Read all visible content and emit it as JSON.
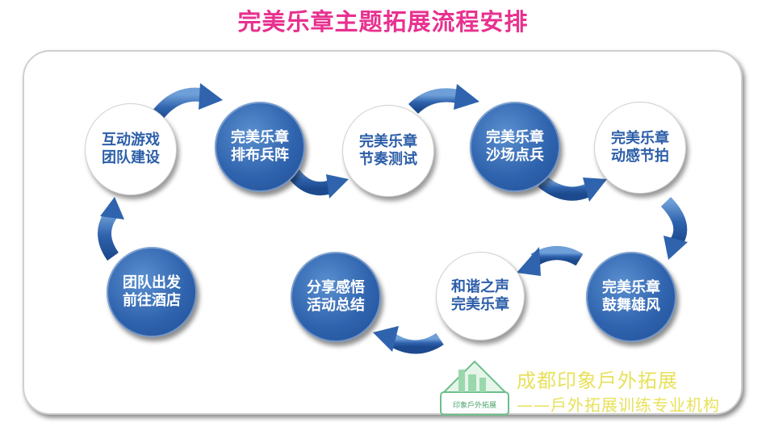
{
  "title": "完美乐章主题拓展流程安排",
  "colors": {
    "title": "#e8318f",
    "node_blue": "#2f63ad",
    "node_text_blue": "#2c5ea8",
    "arrow": "#2f63ad",
    "watermark": "#e8e15a"
  },
  "steps": [
    {
      "label": "互动游戏\n团队建设",
      "style": "white"
    },
    {
      "label": "完美乐章\n排布兵阵",
      "style": "blue"
    },
    {
      "label": "完美乐章\n节奏测试",
      "style": "white"
    },
    {
      "label": "完美乐章\n沙场点兵",
      "style": "blue"
    },
    {
      "label": "完美乐章\n动感节拍",
      "style": "white"
    },
    {
      "label": "完美乐章\n鼓舞雄风",
      "style": "blue"
    },
    {
      "label": "和谐之声\n完美乐章",
      "style": "white"
    },
    {
      "label": "分享感悟\n活动总结",
      "style": "blue"
    },
    {
      "label": "团队出发\n前往酒店",
      "style": "blue"
    }
  ],
  "watermark": {
    "line1": "成都印象戶外拓展",
    "line2": "——戶外拓展训练专业机构",
    "logo_text": "印象戶外拓展",
    "logo_icon": "mountain-logo-icon"
  }
}
